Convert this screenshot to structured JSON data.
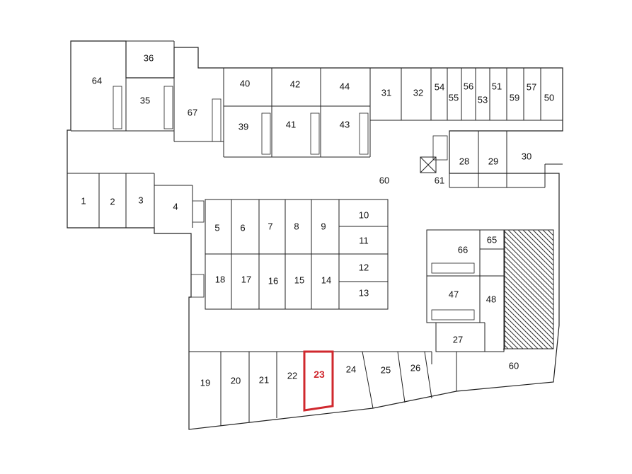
{
  "highlight": {
    "unit": "23",
    "color": "#d0282e"
  },
  "units": {
    "u1": "1",
    "u2": "2",
    "u3": "3",
    "u4": "4",
    "u5": "5",
    "u6": "6",
    "u7": "7",
    "u8": "8",
    "u9": "9",
    "u10": "10",
    "u11": "11",
    "u12": "12",
    "u13": "13",
    "u14": "14",
    "u15": "15",
    "u16": "16",
    "u17": "17",
    "u18": "18",
    "u19": "19",
    "u20": "20",
    "u21": "21",
    "u22": "22",
    "u23": "23",
    "u24": "24",
    "u25": "25",
    "u26": "26",
    "u27": "27",
    "u28": "28",
    "u29": "29",
    "u30": "30",
    "u31": "31",
    "u32": "32",
    "u35": "35",
    "u36": "36",
    "u39": "39",
    "u40": "40",
    "u41": "41",
    "u42": "42",
    "u43": "43",
    "u44": "44",
    "u47": "47",
    "u48": "48",
    "u50": "50",
    "u51": "51",
    "u53": "53",
    "u54": "54",
    "u55": "55",
    "u56": "56",
    "u57": "57",
    "u59": "59",
    "u60a": "60",
    "u60b": "60",
    "u61": "61",
    "u64": "64",
    "u65": "65",
    "u66": "66",
    "u67": "67"
  }
}
